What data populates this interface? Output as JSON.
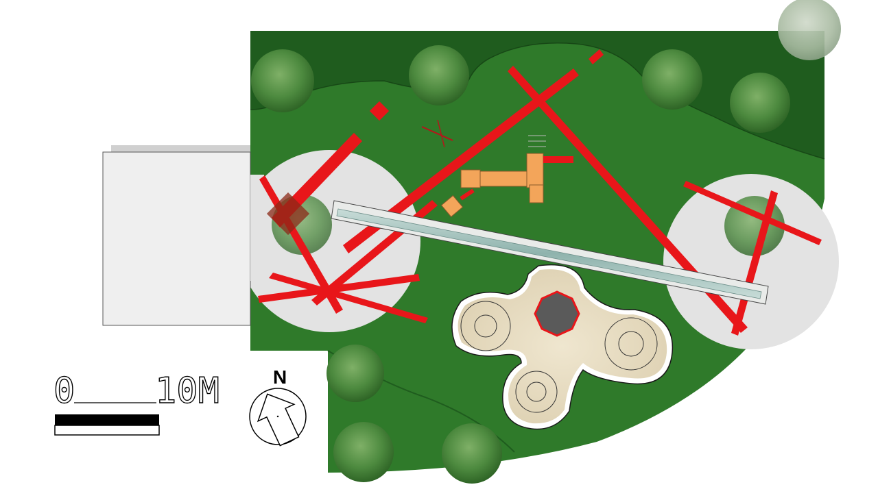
{
  "scale_bar": {
    "start_label": "0",
    "end_label": "10M"
  },
  "north_arrow": {
    "label": "N"
  },
  "colors": {
    "lawn": "#2f7a2a",
    "lawn_dark": "#1f5c1e",
    "paving": "#e3e3e3",
    "building": "#efefef",
    "accent_red": "#e8161a",
    "play_deck": "#f3a55a",
    "sand": "#e7dcc1",
    "tree": "#4f8a3e"
  },
  "icons": {
    "north": "north-arrow-icon",
    "tree": "tree-canopy-icon"
  }
}
